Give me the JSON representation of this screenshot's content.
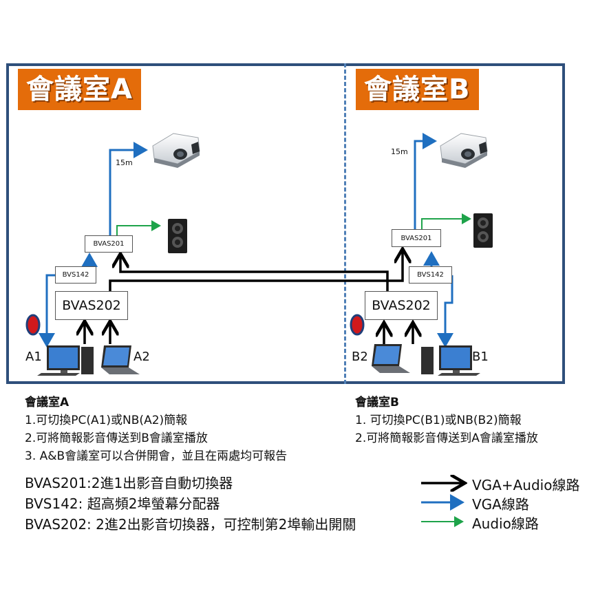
{
  "rooms": {
    "a": {
      "title": "會議室A",
      "distance": "15m",
      "label_left": "A1",
      "label_right": "A2"
    },
    "b": {
      "title": "會議室B",
      "distance": "15m",
      "label_left": "B2",
      "label_right": "B1"
    }
  },
  "devices": {
    "a_bvas201": "BVAS201",
    "a_bvs142": "BVS142",
    "a_bvas202": "BVAS202",
    "b_bvas201": "BVAS201",
    "b_bvs142": "BVS142",
    "b_bvas202": "BVAS202"
  },
  "notes": {
    "a_head": "會議室A",
    "a_lines": [
      "1.可切換PC(A1)或NB(A2)簡報",
      "2.可將簡報影音傳送到B會議室播放",
      "3. A&B會議室可以合併開會，並且在兩處均可報告"
    ],
    "b_head": "會議室B",
    "b_lines": [
      "1. 可切換PC(B1)或NB(B2)簡報",
      "2.可將簡報影音傳送到A會議室播放"
    ]
  },
  "specs": [
    "BVAS201:2進1出影音自動切換器",
    "BVS142: 超高頻2埠螢幕分配器",
    "BVAS202: 2進2出影音切換器，可控制第2埠輸出開關"
  ],
  "legend": [
    {
      "label": "VGA+Audio線路",
      "color": "#000000"
    },
    {
      "label": "VGA線路",
      "color": "#1f6fc0"
    },
    {
      "label": "Audio線路",
      "color": "#1ea34a"
    }
  ],
  "icons": [
    "projector-icon",
    "speaker-icon",
    "desktop-pc-icon",
    "laptop-icon",
    "ir-sensor-icon",
    "arrow-icon"
  ]
}
